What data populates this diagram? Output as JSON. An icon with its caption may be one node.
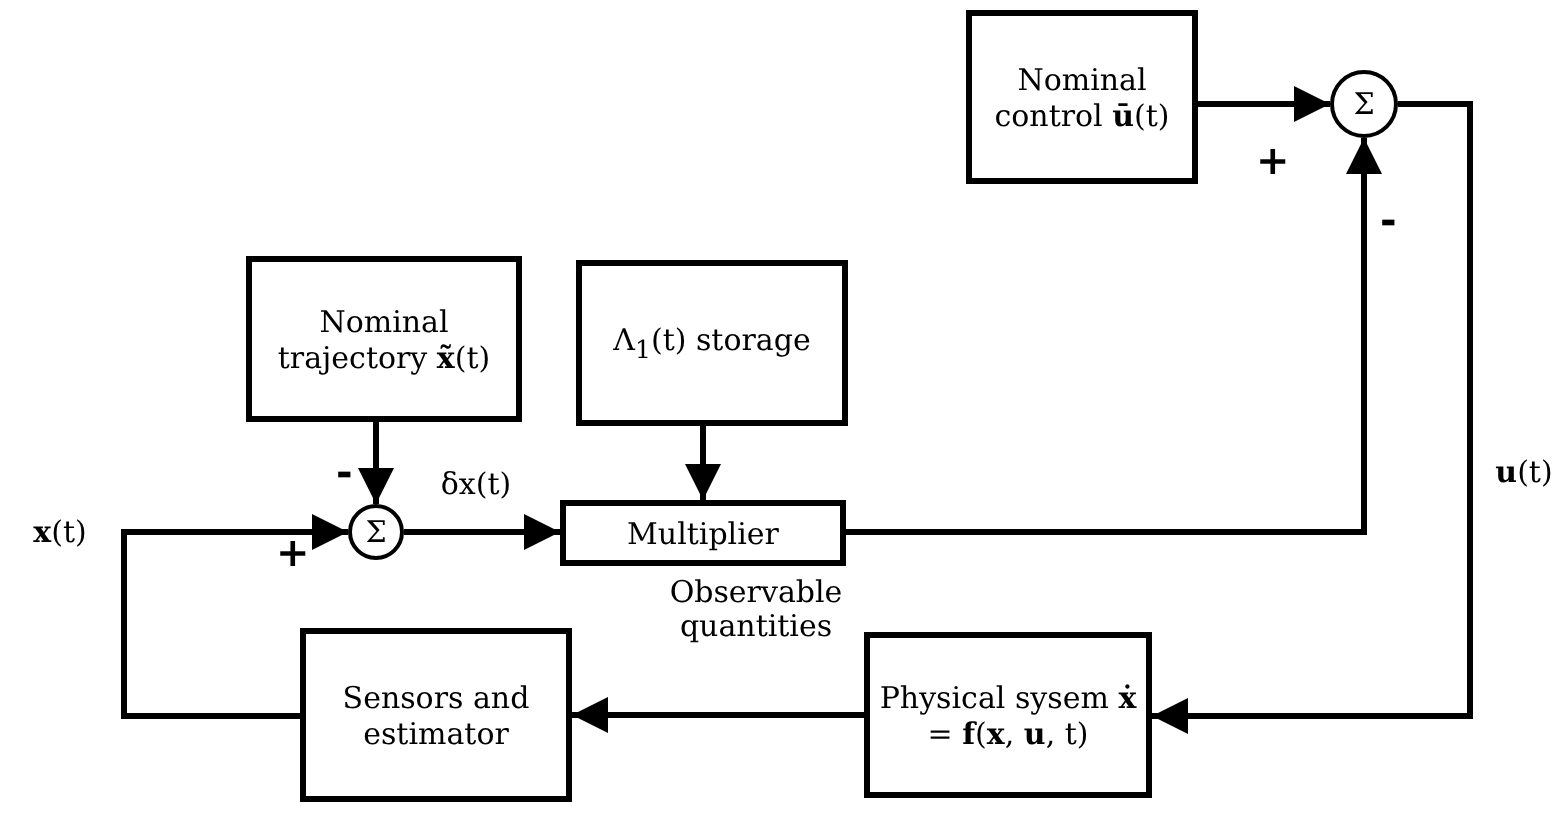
{
  "diagram": {
    "nodes": [
      {
        "text": [
          "Nominal control **ū**(t)"
        ]
      },
      {
        "text": [
          "Σ"
        ]
      },
      {
        "text": [
          "Nominal trajectory **x̃**(t)"
        ]
      },
      {
        "text": [
          "Λ$_{1}$(t) storage"
        ]
      },
      {
        "text": [
          "Σ"
        ]
      },
      {
        "text": [
          "Multiplier"
        ]
      },
      {
        "text": [
          "Physical sysem **ẋ** = **f**(**x**, **u**, t)"
        ]
      },
      {
        "text": [
          "Sensors and estimator"
        ]
      }
    ],
    "edges": [
      {
        "from": 0,
        "to": 1,
        "arrow": "to"
      },
      {
        "from": 5,
        "to": 1,
        "arrow": "to"
      },
      {
        "from": 1,
        "to": 6,
        "arrow": "to",
        "label": "**u**(t)"
      },
      {
        "from": 2,
        "to": 4,
        "arrow": "to"
      },
      {
        "from": 3,
        "to": 5,
        "arrow": "to"
      },
      {
        "from": 4,
        "to": 5,
        "arrow": "to",
        "label": "δx(t)"
      },
      {
        "from": 7,
        "to": 4,
        "arrow": "to",
        "label": "**x**(t)"
      },
      {
        "from": 6,
        "to": 7,
        "arrow": "to",
        "label": "Observable quantities"
      }
    ],
    "labels": [
      "+",
      "-",
      "-",
      "+"
    ]
  }
}
